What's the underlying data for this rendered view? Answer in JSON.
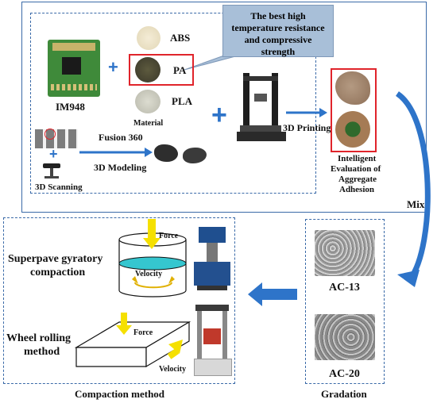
{
  "callout": {
    "text_line1": "The best high",
    "text_line2": "temperature resistance",
    "text_line3": "and compressive",
    "text_line4": "strength"
  },
  "sensor": {
    "label": "IM948"
  },
  "materials": {
    "abs": "ABS",
    "pa": "PA",
    "pla": "PLA",
    "caption": "Material"
  },
  "modeling": {
    "software": "Fusion 360",
    "label": "3D Modeling",
    "scanning": "3D Scanning"
  },
  "printing": {
    "label": "3D Printing"
  },
  "evaluation": {
    "line1": "Intelligent",
    "line2": "Evaluation of",
    "line3": "Aggregate",
    "line4": "Adhesion"
  },
  "mix": {
    "label": "Mix"
  },
  "gradation": {
    "ac13": "AC-13",
    "ac20": "AC-20",
    "caption": "Gradation"
  },
  "compaction": {
    "sgc_line1": "Superpave gyratory",
    "sgc_line2": "compaction",
    "wheel_line1": "Wheel rolling",
    "wheel_line2": "method",
    "force_top": "Force",
    "velocity_top": "Velocity",
    "force_bottom": "Force",
    "velocity_bottom": "Velocity",
    "caption": "Compaction method"
  },
  "colors": {
    "panel_border": "#3a6aa8",
    "arrow_blue": "#2e74c9",
    "highlight_red": "#e0242b",
    "callout_fill": "#a8bfd8",
    "liquid_cyan": "#35c6cf",
    "force_yellow": "#f5e000"
  }
}
